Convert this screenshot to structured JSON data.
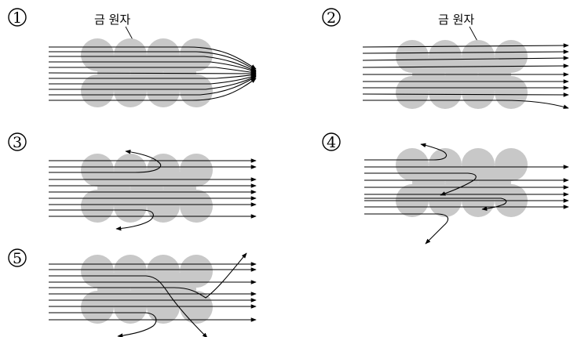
{
  "panels": [
    {
      "number": "1",
      "label": "금 원자"
    },
    {
      "number": "2",
      "label": "금 원자"
    },
    {
      "number": "3"
    },
    {
      "number": "4"
    },
    {
      "number": "5"
    }
  ],
  "colors": {
    "atom": "#c8c8c8",
    "line": "#000000",
    "background": "#ffffff"
  }
}
